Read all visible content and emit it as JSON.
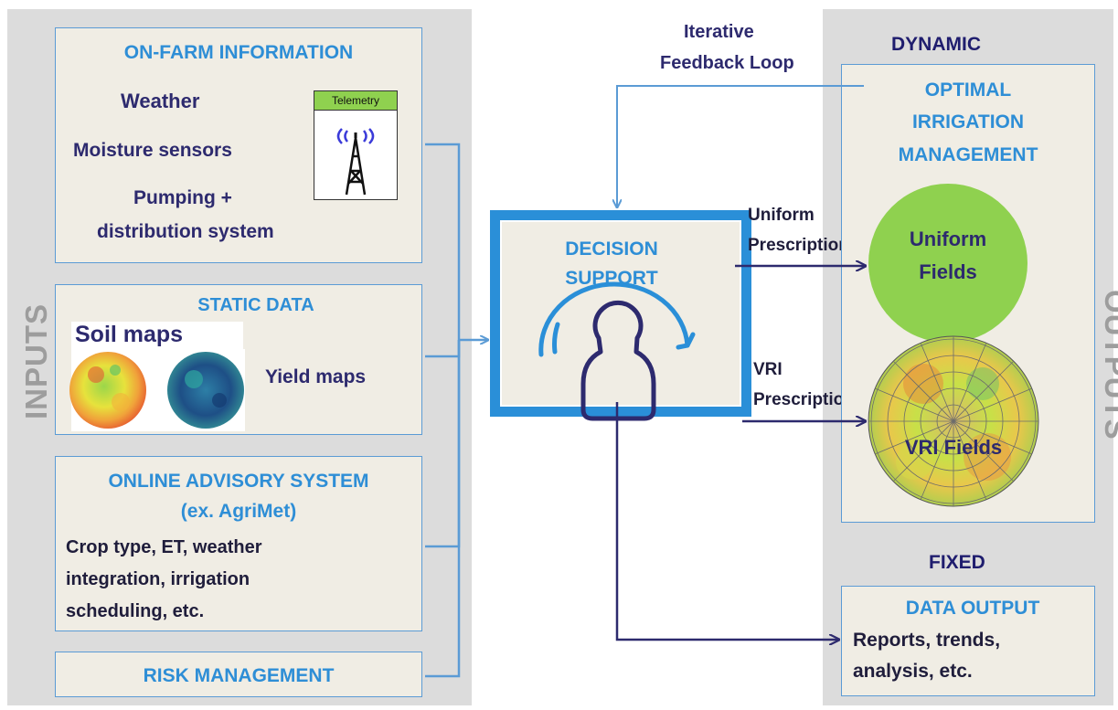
{
  "inputs_label": "INPUTS",
  "outputs_label": "OUTPUTS",
  "on_farm": {
    "title": "ON-FARM INFORMATION",
    "weather": "Weather",
    "moisture": "Moisture sensors",
    "pumping_line1": "Pumping +",
    "pumping_line2": "distribution system",
    "telemetry": "Telemetry"
  },
  "static_data": {
    "title": "STATIC DATA",
    "soil_maps": "Soil maps",
    "yield_maps": "Yield maps"
  },
  "online_advisory": {
    "title_line1": "ONLINE ADVISORY SYSTEM",
    "title_line2": "(ex. AgriMet)",
    "body_line1": "Crop type, ET, weather",
    "body_line2": "integration, irrigation",
    "body_line3": "scheduling, etc."
  },
  "risk_management": {
    "title": "RISK MANAGEMENT"
  },
  "decision_support": {
    "line1": "DECISION",
    "line2": "SUPPORT"
  },
  "feedback": {
    "line1": "Iterative",
    "line2": "Feedback Loop"
  },
  "uniform_prescription": {
    "line1": "Uniform",
    "line2": "Prescription"
  },
  "vri_prescription": {
    "line1": "VRI",
    "line2": "Prescription"
  },
  "dynamic": {
    "label": "DYNAMIC",
    "title_line1": "OPTIMAL",
    "title_line2": "IRRIGATION",
    "title_line3": "MANAGEMENT",
    "uniform_fields_line1": "Uniform",
    "uniform_fields_line2": "Fields",
    "vri_fields": "VRI Fields"
  },
  "fixed": {
    "label": "FIXED",
    "title": "DATA OUTPUT",
    "body_line1": "Reports, trends,",
    "body_line2": "analysis, etc."
  },
  "colors": {
    "panel_gray": "#dcdcdc",
    "box_fill": "#f0ede4",
    "accent_blue": "#2e8ed6",
    "navy": "#2d2a6e",
    "green": "#8fd14f"
  }
}
